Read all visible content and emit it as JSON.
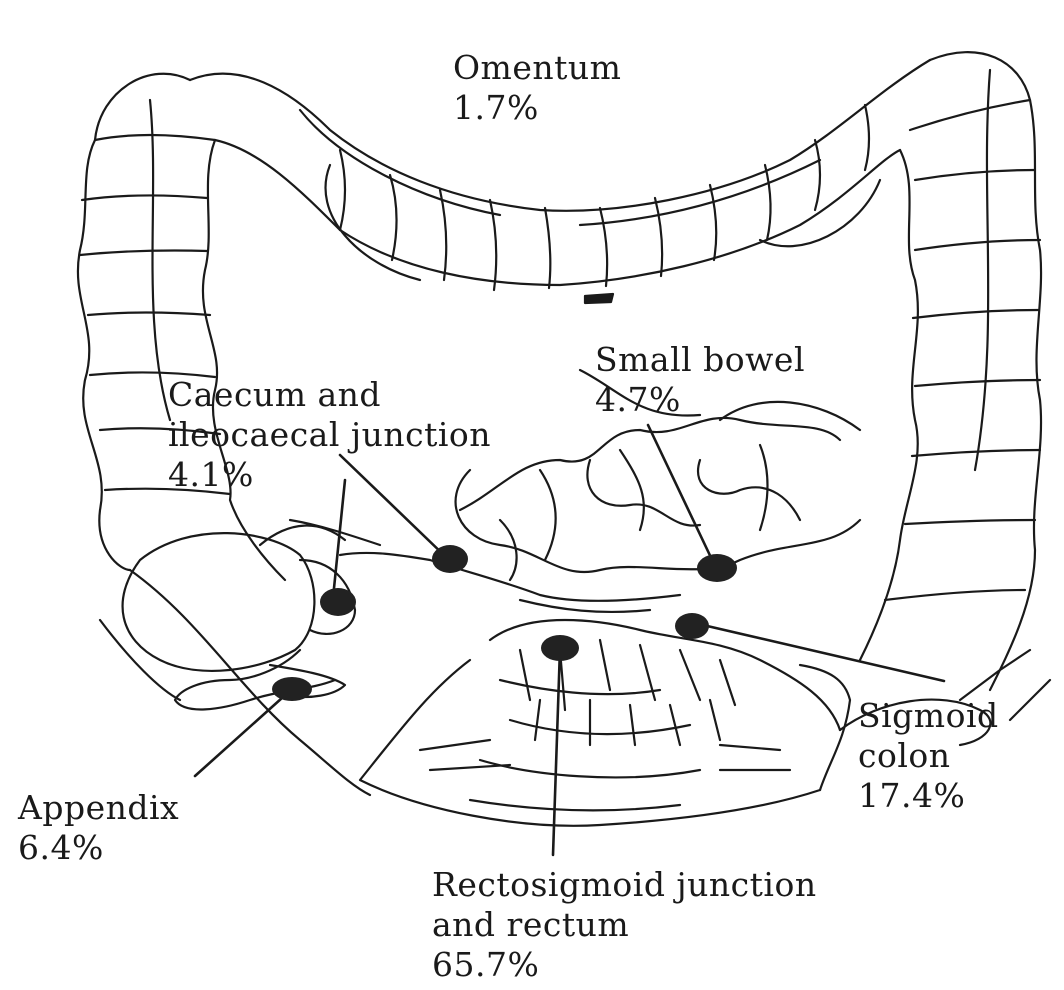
{
  "labels": {
    "omentum": {
      "name": "Omentum",
      "value": "1.7%"
    },
    "small_bowel": {
      "name": "Small bowel",
      "value": "4.7%"
    },
    "caecum": {
      "line1": "Caecum and",
      "line2": "ileocaecal junction",
      "value": "4.1%"
    },
    "sigmoid": {
      "line1": "Sigmoid",
      "line2": "colon",
      "value": "17.4%"
    },
    "appendix": {
      "name": "Appendix",
      "value": "6.4%"
    },
    "rectosigmoid": {
      "line1": "Rectosigmoid junction",
      "line2": "and rectum",
      "value": "65.7%"
    }
  },
  "colors": {
    "ink": "#1a1a1a",
    "marker": "#222222",
    "background": "#ffffff"
  }
}
